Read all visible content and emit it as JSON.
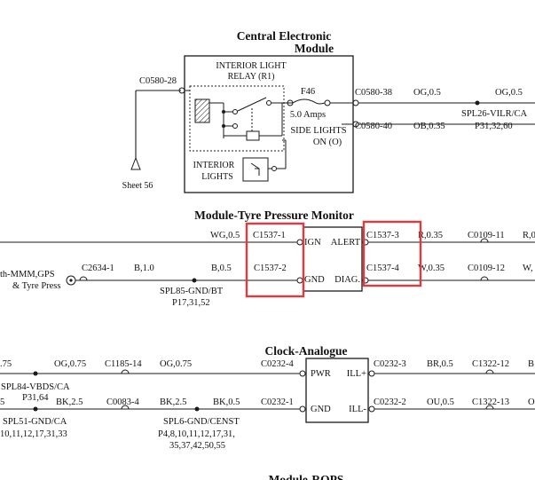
{
  "central_module": {
    "title_line1": "Central Electronic",
    "title_line2": "Module",
    "relay_line1": "INTERIOR LIGHT",
    "relay_line2": "RELAY (R1)",
    "fuse_id": "F46",
    "fuse_rating": "5.0 Amps",
    "side_lights_line1": "SIDE LIGHTS",
    "side_lights_line2": "ON (O)",
    "interior_lights_line1": "INTERIOR",
    "interior_lights_line2": "LIGHTS",
    "left_connector": "C0580-28",
    "sheet_ref": "Sheet 56",
    "out1_connector": "C0580-38",
    "out1_wire": "OG,0.5",
    "out1_wire_right": "OG,0.5",
    "splice": "SPL26-VILR/CA",
    "splice_pages": "P31,32,60",
    "out2_connector": "C0580-40",
    "out2_wire": "OB,0.35"
  },
  "tpms": {
    "title": "Module-Tyre Pressure Monitor",
    "pin_ign": "IGN",
    "pin_gnd": "GND",
    "pin_alert": "ALERT",
    "pin_diag": "DIAG.",
    "in1_wire": "WG,0.5",
    "in1_connector": "C1537-1",
    "in2_connector": "C1537-2",
    "in2_wire": "B,0.5",
    "left_wire": "B,1.0",
    "left_connector": "C2634-1",
    "left_label1": "th-MMM,GPS",
    "left_label2": "& Tyre Press",
    "splice": "SPL85-GND/BT",
    "splice_pages": "P17,31,52",
    "out1_connector": "C1537-3",
    "out1_wire": "R,0.35",
    "out1_far_connector": "C0109-11",
    "out1_edge_wire": "R,0",
    "out2_connector": "C1537-4",
    "out2_wire": "W,0.35",
    "out2_far_connector": "C0109-12",
    "out2_edge_wire": "W,"
  },
  "clock": {
    "title": "Clock-Analogue",
    "pin_pwr": "PWR",
    "pin_gnd": "GND",
    "pin_ill_plus": "ILL+",
    "pin_ill_minus": "ILL-",
    "row1_edge": ".75",
    "row1_wire_a": "OG,0.75",
    "row1_connector": "C1185-14",
    "row1_wire_b": "OG,0.75",
    "row1_in_connector": "C0232-4",
    "splice_a": "SPL84-VBDS/CA",
    "splice_a_pages": "P31,64",
    "row2_edge": "5",
    "row2_wire_a": "BK,2.5",
    "row2_connector": "C0083-4",
    "row2_wire_b": "BK,2.5",
    "row2_wire_c": "BK,0.5",
    "row2_in_connector": "C0232-1",
    "splice_b": "SPL51-GND/CA",
    "splice_b_pages": "10,11,12,17,31,33",
    "splice_c": "SPL6-GND/CENST",
    "splice_c_pages1": "P4,8,10,11,12,17,31,",
    "splice_c_pages2": "35,37,42,50,55",
    "out1_connector": "C0232-3",
    "out1_wire": "BR,0.5",
    "out1_far_connector": "C1322-12",
    "out1_edge": "B",
    "out2_connector": "C0232-2",
    "out2_wire": "OU,0.5",
    "out2_far_connector": "C1322-13",
    "out2_edge": "O"
  },
  "rops": {
    "title": "Module-ROPS"
  },
  "colors": {
    "line": "#1a1a1a",
    "highlight": "#e03a3e"
  }
}
